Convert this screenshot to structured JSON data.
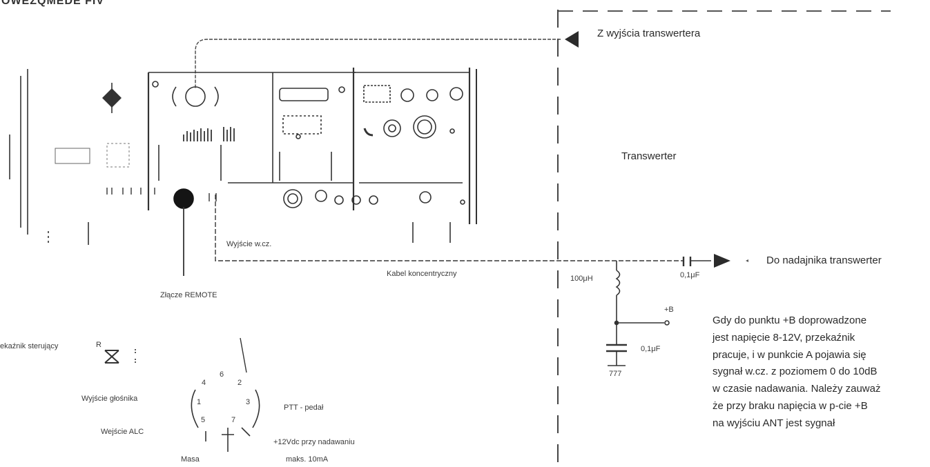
{
  "top_fragment": "OWEZQMEDE FIV",
  "labels": {
    "from_transverter": "Z wyjścia transwertera",
    "transverter": "Transwerter",
    "to_transmitter": "Do nadajnika transwerter",
    "rf_output": "Wyjście w.cz.",
    "coax_cable": "Kabel koncentryczny",
    "remote_connector": "Złącze REMOTE",
    "control_relay": "ekaźnik sterujący",
    "relay_r": "R",
    "speaker_output": "Wyjście głośnika",
    "alc_input": "Wejście ALC",
    "ground": "Masa",
    "ptt": "PTT  - pedał",
    "v12_tx": "+12Vdc przy nadawaniu",
    "max_current": "maks. 10mA"
  },
  "components": {
    "inductor": "100μH",
    "capacitor_series": "0,1μF",
    "capacitor_shunt": "0,1μF",
    "plus_b": "+B",
    "ground_symbol": "777"
  },
  "din_pins": [
    "4",
    "6",
    "2",
    "1",
    "3",
    "5",
    "7"
  ],
  "description_lines": [
    "Gdy do punktu +B  doprowadzone",
    "jest napięcie 8-12V, przekaźnik",
    "pracuje, i w punkcie A pojawia się",
    "sygnał w.cz. z poziomem 0 do 10dB",
    "w czasie nadawania. Należy zauważ",
    "że przy braku napięcia w p-cie +B",
    "na wyjściu ANT jest sygnał"
  ]
}
